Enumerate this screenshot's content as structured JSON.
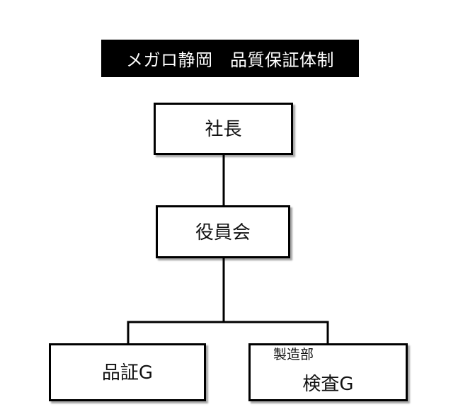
{
  "title": "メガロ静岡　品質保証体制",
  "nodes": {
    "president": {
      "label": "社長"
    },
    "board": {
      "label": "役員会"
    },
    "qa_group": {
      "label": "品証G"
    },
    "inspection_group": {
      "department": "製造部",
      "label": "検査G"
    }
  }
}
